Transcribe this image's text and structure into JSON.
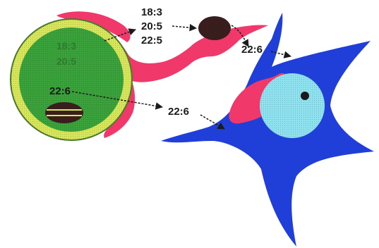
{
  "diagram": {
    "colors": {
      "glia_outer": "#d8e65a",
      "glia_inner": "#3aa23a",
      "glia_border": "#4a7a2a",
      "endfoot_pink": "#f0386a",
      "astro_process_pink": "#f0386a",
      "vesicle_dark": "#3a1e1e",
      "neuron_blue": "#1f3fd8",
      "nucleus_cyan": "#8fe2f0",
      "nucleolus_dark": "#1a1a1a",
      "arrow": "#1b1b1b"
    },
    "labels": {
      "top_fatty_1": "18:3",
      "top_fatty_2": "20:5",
      "top_fatty_3": "22:5",
      "inner_faint_1": "18:3",
      "inner_faint_2": "20:5",
      "inner_dha": "22:6",
      "process_dha": "22:6",
      "neuron_dha": "22:6"
    }
  }
}
